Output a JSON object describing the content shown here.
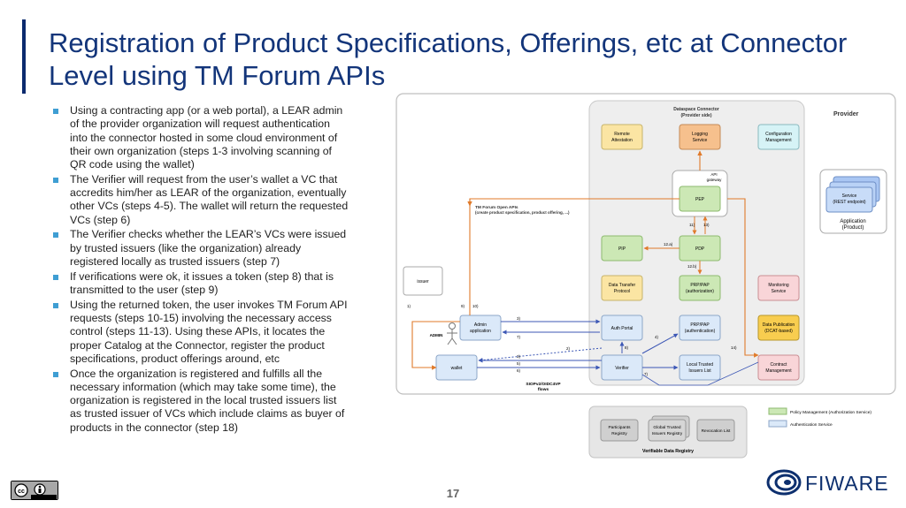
{
  "slide": {
    "title_line1": "Registration of Product Specifications, Offerings, etc at Connector",
    "title_line2": "Level using TM Forum APIs",
    "page_number": "17",
    "logo_text": "FIWARE"
  },
  "bullets": [
    "Using a contracting app (or a web portal), a LEAR admin of the provider organization will request authentication into the connector hosted in some cloud environment of their own organization (steps 1-3 involving scanning of QR code using the wallet)",
    "The Verifier will request from the user’s wallet a VC that accredits him/her as LEAR of the organization, eventually other VCs (steps 4-5). The wallet will return the requested VCs (step 6)",
    "The Verifier checks whether the LEAR’s VCs were issued by trusted issuers (like the organization) already registered locally as trusted issuers (step 7)",
    "If verifications were ok, it issues a token (step 8) that is transmitted to the user (step 9)",
    "Using the returned token, the user invokes TM Forum API requests (steps 10-15) involving the necessary access control (steps 11-13). Using these APIs, it locates the proper Catalog at the Connector, register the product specifications, product offerings around, etc",
    "Once the organization is registered and fulfills all the necessary information (which may take some time), the organization is registered in the local trusted issuers list as trusted issuer of VCs which include claims as buyer of products in the connector (step 18)"
  ],
  "diagram": {
    "provider_label": "Provider",
    "connector_title1": "Dataspace Connector",
    "connector_title2": "(Provider side)",
    "remote_attestation": [
      "Remote",
      "Attestation"
    ],
    "logging_service": [
      "Logging",
      "Service"
    ],
    "configuration_management": [
      "Configuration",
      "Management"
    ],
    "api_gateway": [
      "API",
      "gateway"
    ],
    "pep": "PEP",
    "tmf_api_label1": "TM Forum Open APIs",
    "tmf_api_label2": "(create product specification, product offering, ...)",
    "pip": "PIP",
    "pdp": "PDP",
    "data_transfer_protocol": [
      "Data Transfer",
      "Protocol"
    ],
    "prp_pap_authz": [
      "PRP/PAP",
      "(authorization)"
    ],
    "monitoring_service": [
      "Monitoring",
      "Service"
    ],
    "auth_portal": "Auth Portal",
    "prp_pap_authn": [
      "PRP/PAP",
      "(authentication)"
    ],
    "data_publication": [
      "Data Publication",
      "(DCAT-based)"
    ],
    "verifier": "Verifier",
    "local_trusted_issuers": [
      "Local Trusted",
      "Issuers List"
    ],
    "contract_management": [
      "Contract",
      "Management"
    ],
    "service_rest": [
      "Service",
      "(REST endpoint)"
    ],
    "application_product": [
      "Application",
      "(Product)"
    ],
    "issuer": "issuer",
    "admin": "ADMIN",
    "admin_application": [
      "Admin",
      "application"
    ],
    "wallet": "wallet",
    "siop_label": [
      "SIOPv2/OIDC4VP",
      "flows"
    ],
    "participants_registry": [
      "Participants",
      "Registry"
    ],
    "global_trusted_issuers": [
      "Global Trusted",
      "Issuers Registry"
    ],
    "revocation_list": "Revocation List",
    "verifiable_data_registry": "Verifiable Data Registry",
    "legend_policy": "Policy Management (Authorization Service)",
    "legend_auth": "Authentication Service",
    "steps": {
      "s1": "1)",
      "s9": "9)",
      "s10": "10)",
      "s11": "11)",
      "s13": "13)",
      "s12a": "12.a)",
      "s12b": "12.b)",
      "s14": "14)",
      "s4": "4)",
      "s3": "3)",
      "s7": "7)",
      "s2": "2)",
      "s8": "8)",
      "s5": "5)",
      "s6": "6)"
    },
    "colors": {
      "yellow": "#fbe5a3",
      "orange": "#f6c08d",
      "cyan": "#d6f3f6",
      "green": "#cce8b5",
      "pink": "#f9d5d8",
      "gold": "#f8cd4f",
      "blue": "#dbe9f9",
      "arrow_orange": "#e07a2a",
      "arrow_blue": "#3c57b5"
    }
  }
}
